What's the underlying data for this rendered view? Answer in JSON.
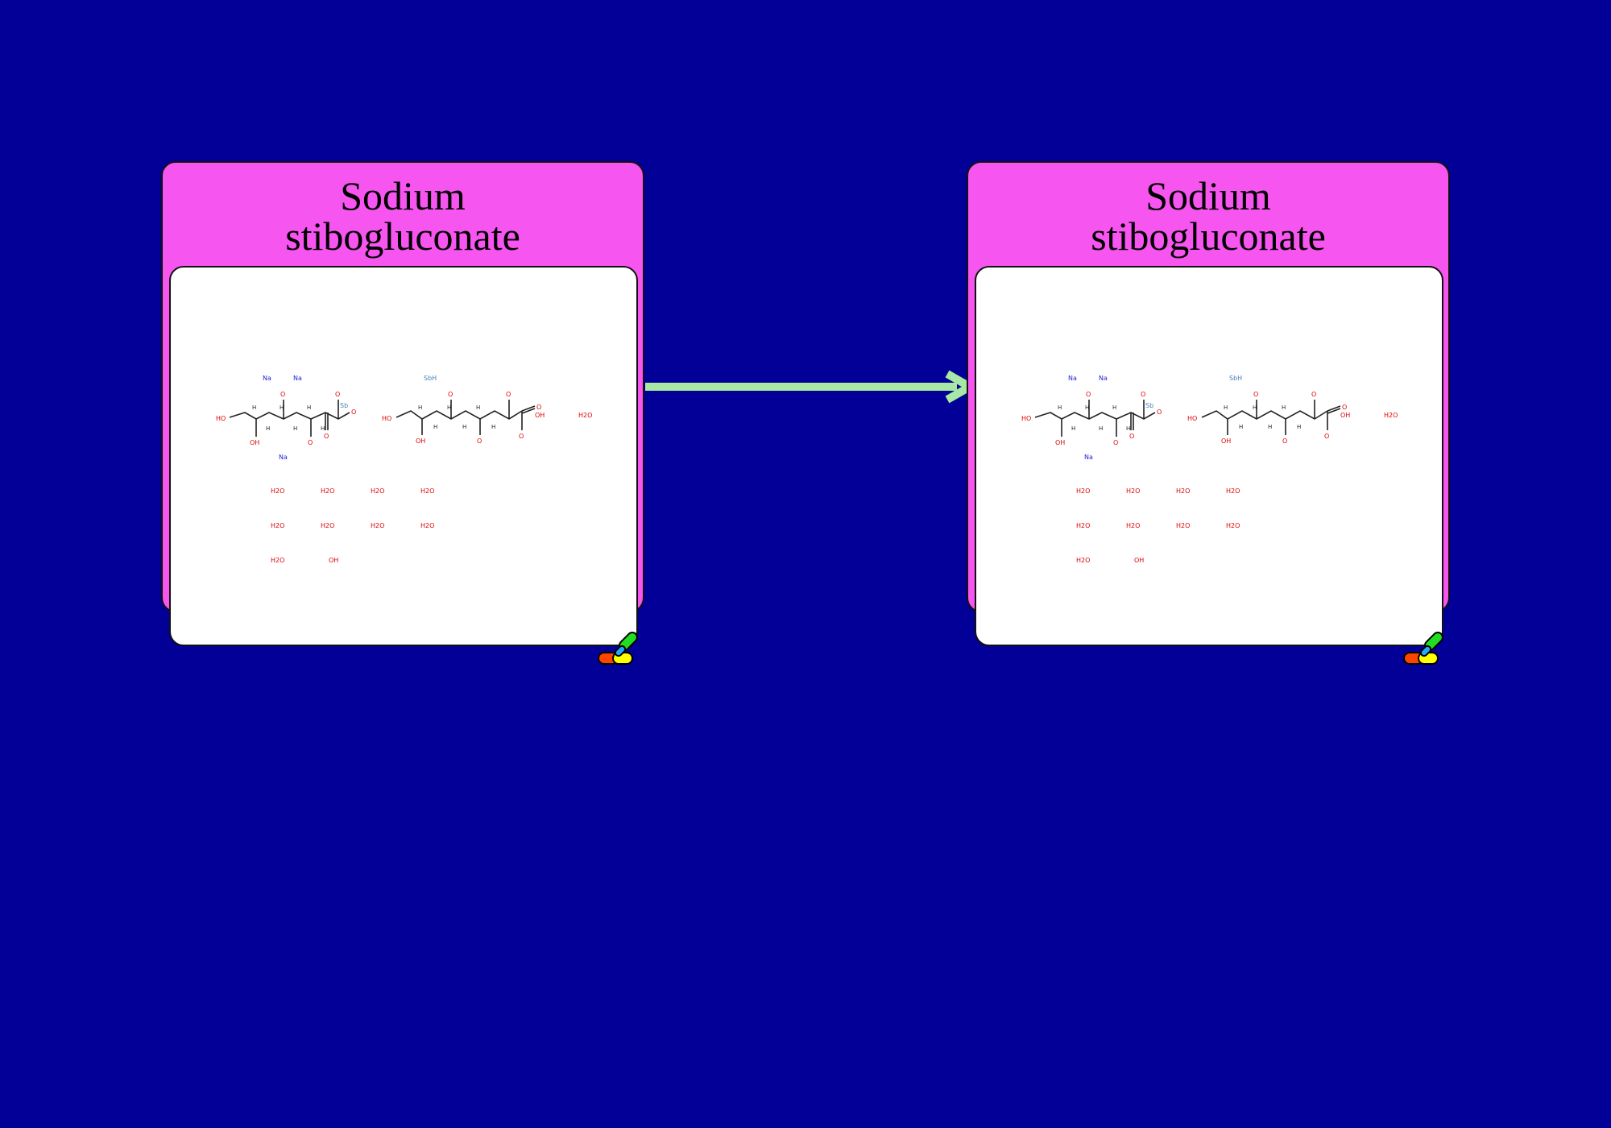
{
  "nodes": [
    {
      "title_line1": "Sodium",
      "title_line2": "stibogluconate",
      "molecule": {
        "na1": "Na",
        "na2": "Na",
        "na3": "Na",
        "sb3": "Sb",
        "sbh": "SbH",
        "ho_a": "HO",
        "oh_a": "OH",
        "o_a1": "O",
        "o_a2": "O",
        "o_a3": "O",
        "o_a4": "O",
        "o_a5": "O",
        "ho_b": "HO",
        "oh_b": "OH",
        "o_b1": "O",
        "o_b2": "O",
        "o_b3": "O",
        "o_b4": "O",
        "o_b5": "O",
        "h_labels": [
          "H",
          "H",
          "H",
          "H",
          "H",
          "H",
          "H",
          "H",
          "H",
          "H",
          "H",
          "H"
        ],
        "hydroxide": "OH",
        "waters": [
          "H2O",
          "H2O",
          "H2O",
          "H2O",
          "H2O",
          "H2O",
          "H2O",
          "H2O",
          "H2O",
          "H2O",
          "H2O"
        ],
        "hydroxide2": "OH"
      }
    },
    {
      "title_line1": "Sodium",
      "title_line2": "stibogluconate",
      "molecule": {
        "na1": "Na",
        "na2": "Na",
        "na3": "Na",
        "sb3": "Sb",
        "sbh": "SbH",
        "ho_a": "HO",
        "oh_a": "OH",
        "o_a1": "O",
        "o_a2": "O",
        "o_a3": "O",
        "o_a4": "O",
        "o_a5": "O",
        "ho_b": "HO",
        "oh_b": "OH",
        "o_b1": "O",
        "o_b2": "O",
        "o_b3": "O",
        "o_b4": "O",
        "o_b5": "O",
        "h_labels": [
          "H",
          "H",
          "H",
          "H",
          "H",
          "H",
          "H",
          "H",
          "H",
          "H",
          "H",
          "H"
        ],
        "hydroxide": "OH",
        "waters": [
          "H2O",
          "H2O",
          "H2O",
          "H2O",
          "H2O",
          "H2O",
          "H2O",
          "H2O",
          "H2O",
          "H2O",
          "H2O"
        ],
        "hydroxide2": "OH"
      }
    }
  ],
  "colors": {
    "background": "#020096",
    "node_fill": "#f655ef",
    "edge": "#a6e8a4",
    "nitrogen_blue": "#1f1fd0",
    "oxygen_red": "#e00000",
    "antimony": "#4a7fb5"
  },
  "icons": {
    "node_badge": "drug-capsule-icon"
  }
}
